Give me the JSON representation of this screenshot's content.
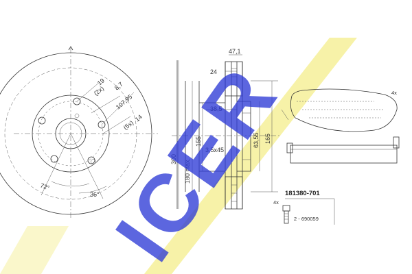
{
  "disc": {
    "d_hub_hole": "19",
    "bolt_count": "(2x)",
    "d_bolt": "8,7",
    "d_pcd": "107,95",
    "bolt_circle_count": "(5x)",
    "d_stud": "14",
    "angle_72": "72°",
    "angle_36": "36°"
  },
  "section": {
    "thickness_total": "47,1",
    "thickness_24": "24",
    "depth_38": "38,5",
    "chamfer": "3,5x45",
    "d_300": "300",
    "d_180": "180 max.",
    "d_155": "155",
    "d_63": "63,55",
    "d_165": "165"
  },
  "pads": {
    "qty": "4x"
  },
  "kit": {
    "part_number": "181380-701",
    "bolt_qty": "4x",
    "bolt_ref": "2 - 690059"
  },
  "brand": {
    "logo_text": "ICER",
    "logo_color": "#2e3bd6",
    "band_color": "#f7f2a8"
  }
}
